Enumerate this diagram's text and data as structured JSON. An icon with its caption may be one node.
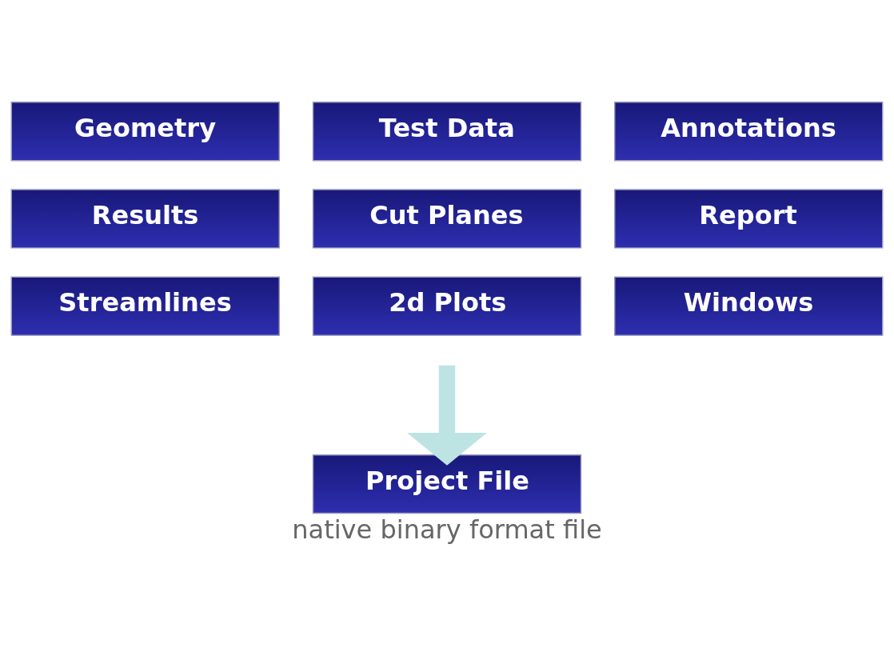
{
  "diagram": {
    "caption": "native binary format file",
    "nodes": [
      {
        "text": [
          "Geometry"
        ]
      },
      {
        "text": [
          "Test Data"
        ]
      },
      {
        "text": [
          "Annotations"
        ]
      },
      {
        "text": [
          "Results"
        ]
      },
      {
        "text": [
          "Cut Planes"
        ]
      },
      {
        "text": [
          "Report"
        ]
      },
      {
        "text": [
          "Streamlines"
        ]
      },
      {
        "text": [
          "2d Plots"
        ]
      },
      {
        "text": [
          "Windows"
        ]
      },
      {
        "text": [
          "Project File"
        ]
      }
    ],
    "edges": [
      {
        "from": null,
        "to": 9,
        "arrow": "to",
        "color": "#bde3e3"
      }
    ]
  }
}
